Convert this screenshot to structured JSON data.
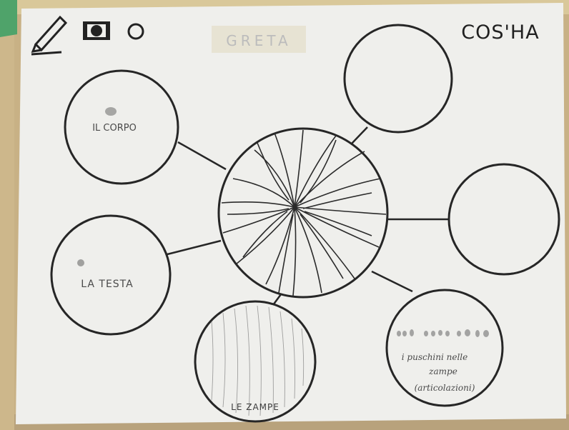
{
  "sheet": {
    "name_label": "GRETA",
    "question": "COS'HA",
    "icons": [
      "pencil-icon",
      "camera-icon",
      "circle-icon"
    ]
  },
  "bubbles": [
    {
      "id": "top-right",
      "label": ""
    },
    {
      "id": "right",
      "label": ""
    },
    {
      "id": "body",
      "label": "IL CORPO"
    },
    {
      "id": "head",
      "label": "LA TESTA"
    },
    {
      "id": "legs",
      "label": "LE ZAMPE"
    },
    {
      "id": "paw-pads",
      "lines": [
        "i puschini nelle",
        "zampe",
        "(articolazioni)"
      ]
    }
  ],
  "colors": {
    "paper": "#efefec",
    "ink": "#262626",
    "background_fabric": "#c9b48a",
    "name_tape": "#e7e3d3"
  }
}
